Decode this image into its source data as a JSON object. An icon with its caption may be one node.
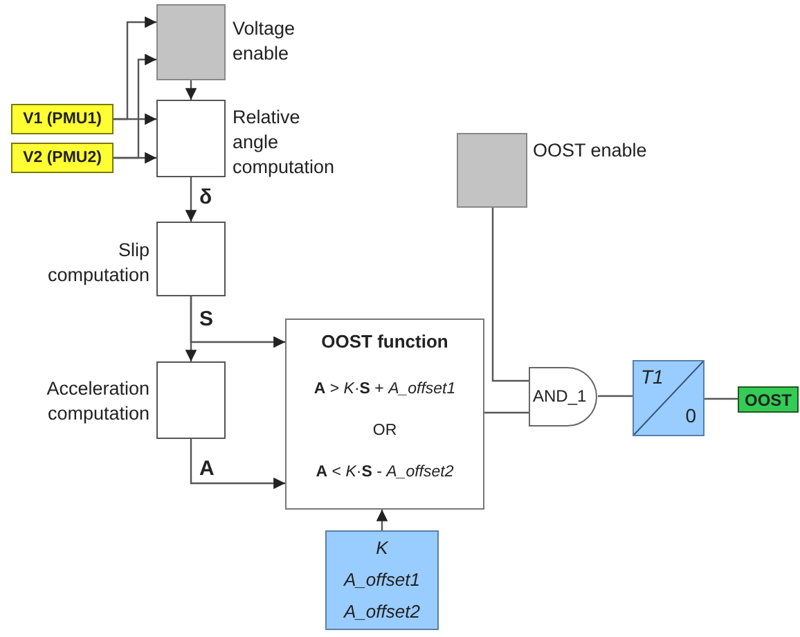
{
  "diagram": {
    "nodes": [
      {
        "text": [],
        "shape": "box",
        "beside": [
          "Voltage enable"
        ]
      },
      {
        "text": [
          "V1 (PMU1)"
        ]
      },
      {
        "text": [
          "V2 (PMU2)"
        ]
      },
      {
        "text": [],
        "shape": "box",
        "beside": [
          "Relative angle computation"
        ]
      },
      {
        "text": [],
        "shape": "box",
        "beside": [
          "Slip computation"
        ]
      },
      {
        "text": [],
        "shape": "box",
        "beside": [
          "Acceleration computation"
        ]
      },
      {
        "text": [
          "OOST function",
          "**A** > *K*·**S** + *A_offset1*",
          "OR",
          "**A** < *K*·**S** - *A_offset2*"
        ]
      },
      {
        "text": [
          "K",
          "A_offset1",
          "A_offset2"
        ]
      },
      {
        "text": [],
        "shape": "box",
        "beside": [
          "OOST enable"
        ]
      },
      {
        "text": [
          "AND_1"
        ]
      },
      {
        "text": [
          "T1",
          "0"
        ]
      },
      {
        "text": [
          "OOST"
        ]
      }
    ],
    "edges": [
      {
        "from": 1,
        "to": 0,
        "arrow": "to"
      },
      {
        "from": 2,
        "to": 0,
        "arrow": "to"
      },
      {
        "from": 1,
        "to": 3,
        "arrow": "to"
      },
      {
        "from": 2,
        "to": 3,
        "arrow": "to"
      },
      {
        "from": 0,
        "to": 3,
        "arrow": "to"
      },
      {
        "from": 3,
        "to": 4,
        "arrow": "to",
        "label": "δ"
      },
      {
        "from": 4,
        "to": 5,
        "arrow": "to"
      },
      {
        "from": 4,
        "to": 6,
        "arrow": "to",
        "label": "S"
      },
      {
        "from": 5,
        "to": 6,
        "arrow": "to",
        "label": "A"
      },
      {
        "from": 7,
        "to": 6,
        "arrow": "to"
      },
      {
        "from": 8,
        "to": 9,
        "arrow": "none"
      },
      {
        "from": 6,
        "to": 9,
        "arrow": "none"
      },
      {
        "from": 9,
        "to": 10,
        "arrow": "none"
      },
      {
        "from": 10,
        "to": 11,
        "arrow": "none"
      }
    ]
  }
}
